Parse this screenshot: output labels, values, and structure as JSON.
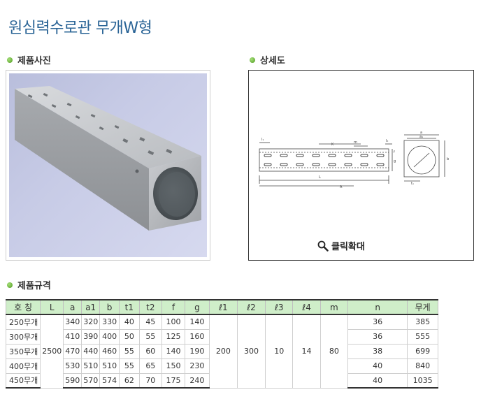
{
  "page": {
    "title": "원심력수로관 무개W형"
  },
  "sections": {
    "photo_label": "제품사진",
    "detail_label": "상세도",
    "spec_label": "제품규격"
  },
  "detail": {
    "zoom_label": "클릭확대"
  },
  "table": {
    "headers": [
      "호 칭",
      "L",
      "a",
      "a1",
      "b",
      "t1",
      "t2",
      "f",
      "g",
      "ℓ1",
      "ℓ2",
      "ℓ3",
      "ℓ4",
      "m",
      "n",
      "무게"
    ],
    "shared": {
      "L": "2500",
      "l1": "200",
      "l2": "300",
      "l3": "10",
      "l4": "14",
      "m": "80"
    },
    "rows": [
      {
        "name": "250무개",
        "a": "340",
        "a1": "320",
        "b": "330",
        "t1": "40",
        "t2": "45",
        "f": "100",
        "g": "140",
        "n": "36",
        "w": "385"
      },
      {
        "name": "300무개",
        "a": "410",
        "a1": "390",
        "b": "400",
        "t1": "50",
        "t2": "55",
        "f": "125",
        "g": "160",
        "n": "36",
        "w": "555"
      },
      {
        "name": "350무개",
        "a": "470",
        "a1": "440",
        "b": "460",
        "t1": "55",
        "t2": "60",
        "f": "140",
        "g": "190",
        "n": "38",
        "w": "699"
      },
      {
        "name": "400무개",
        "a": "530",
        "a1": "510",
        "b": "510",
        "t1": "55",
        "t2": "65",
        "f": "150",
        "g": "230",
        "n": "40",
        "w": "840"
      },
      {
        "name": "450무개",
        "a": "590",
        "a1": "570",
        "b": "574",
        "t1": "62",
        "t2": "70",
        "f": "175",
        "g": "240",
        "n": "40",
        "w": "1035"
      }
    ]
  },
  "colors": {
    "title": "#2a6496",
    "header_bg": "#cfeec9",
    "bullet": "#5aa428"
  },
  "icons": {
    "bullet": "green-dot-icon",
    "zoom": "magnifier-icon"
  }
}
